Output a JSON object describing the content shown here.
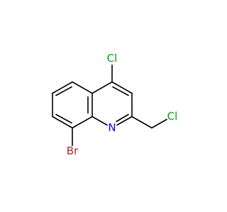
{
  "molecule": {
    "atoms": [
      {
        "id": "cl4",
        "label": "Cl",
        "color": "#00a000"
      },
      {
        "id": "n1",
        "label": "N",
        "color": "#0000ff"
      },
      {
        "id": "br8",
        "label": "Br",
        "color": "#a52a2a"
      },
      {
        "id": "cl_ch2",
        "label": "Cl",
        "color": "#00a000"
      }
    ],
    "bond_color": "#000000"
  }
}
